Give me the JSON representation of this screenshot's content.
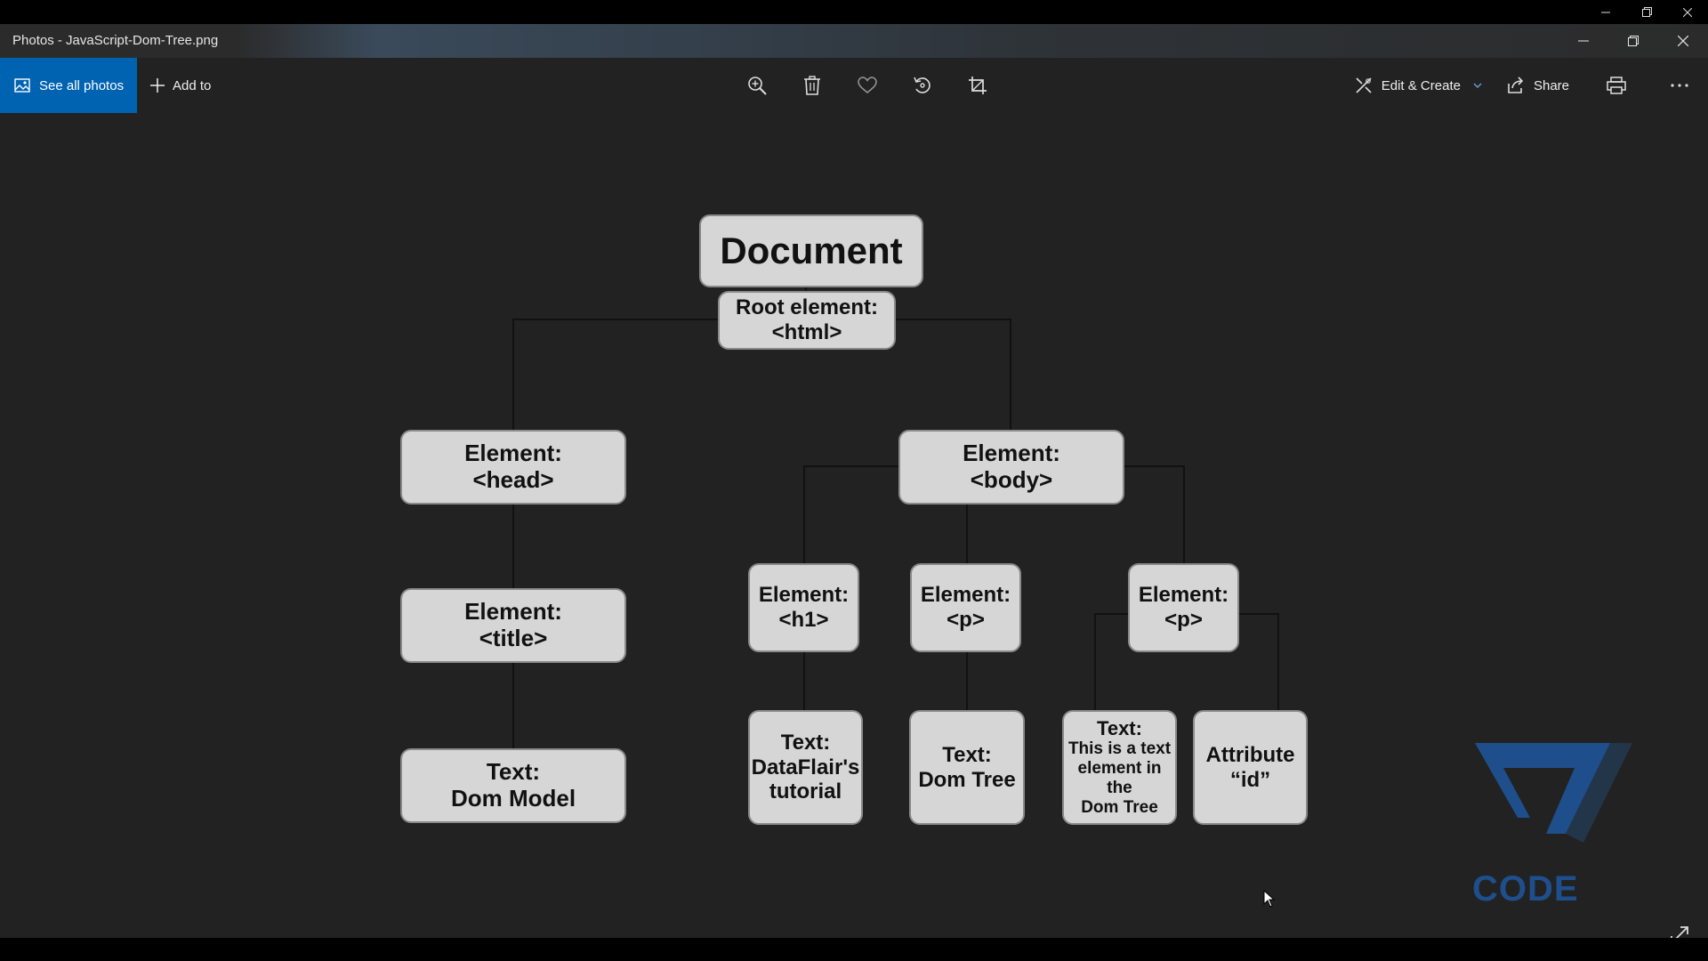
{
  "window": {
    "title": "Photos - JavaScript-Dom-Tree.png"
  },
  "toolbar": {
    "see_all_photos": "See all photos",
    "add_to": "Add to",
    "edit_create": "Edit & Create",
    "share": "Share"
  },
  "icons": {
    "zoom": "zoom-in-icon",
    "delete": "trash-icon",
    "favorite": "heart-icon",
    "rotate": "rotate-icon",
    "crop": "crop-icon",
    "print": "print-icon",
    "more": "more-icon"
  },
  "diagram": {
    "document": "Document",
    "root": [
      "Root element:",
      "<html>"
    ],
    "head": [
      "Element:",
      "<head>"
    ],
    "body": [
      "Element:",
      "<body>"
    ],
    "title": [
      "Element:",
      "<title>"
    ],
    "h1": [
      "Element:",
      "<h1>"
    ],
    "p1": [
      "Element:",
      "<p>"
    ],
    "p2": [
      "Element:",
      "<p>"
    ],
    "text_dom_model": [
      "Text:",
      "Dom Model"
    ],
    "text_dataflair": [
      "Text:",
      "DataFlair's",
      "tutorial"
    ],
    "text_dom_tree": [
      "Text:",
      "Dom Tree"
    ],
    "text_element": [
      "Text:",
      "This is a text",
      "element in the",
      "Dom Tree"
    ],
    "attribute": [
      "Attribute",
      "“id”"
    ]
  },
  "watermark": {
    "text": "CODE"
  },
  "colors": {
    "accent": "#0063b1",
    "background": "#222222",
    "node_fill": "#d6d6d6"
  }
}
